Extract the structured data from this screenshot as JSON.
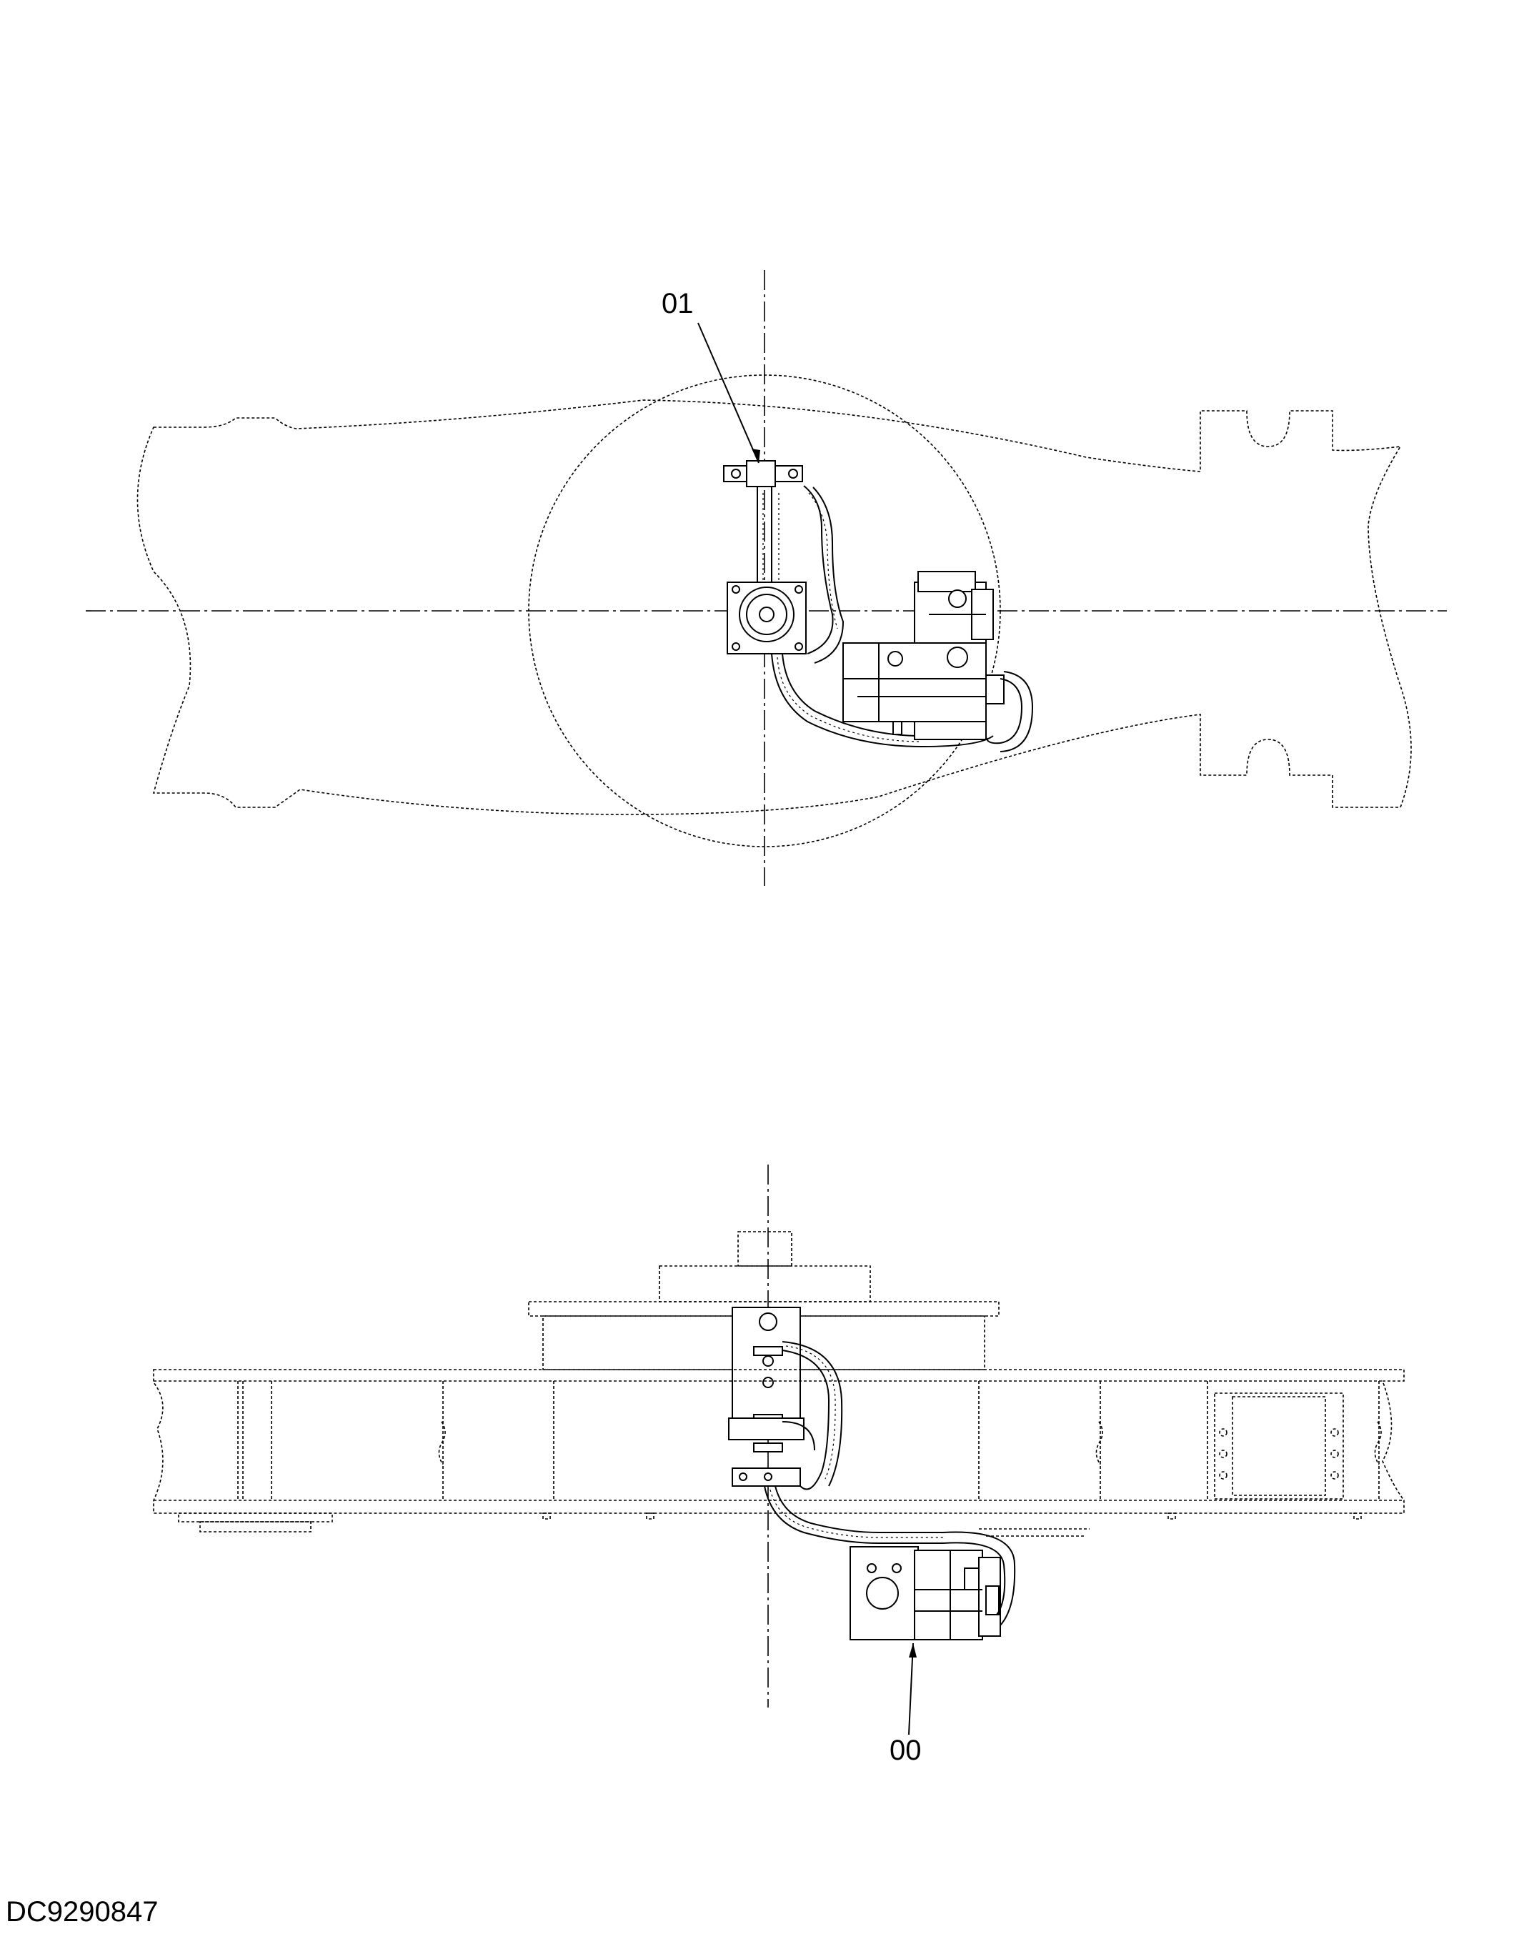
{
  "callouts": {
    "upper": "01",
    "lower": "00"
  },
  "document_id": "DC9290847"
}
